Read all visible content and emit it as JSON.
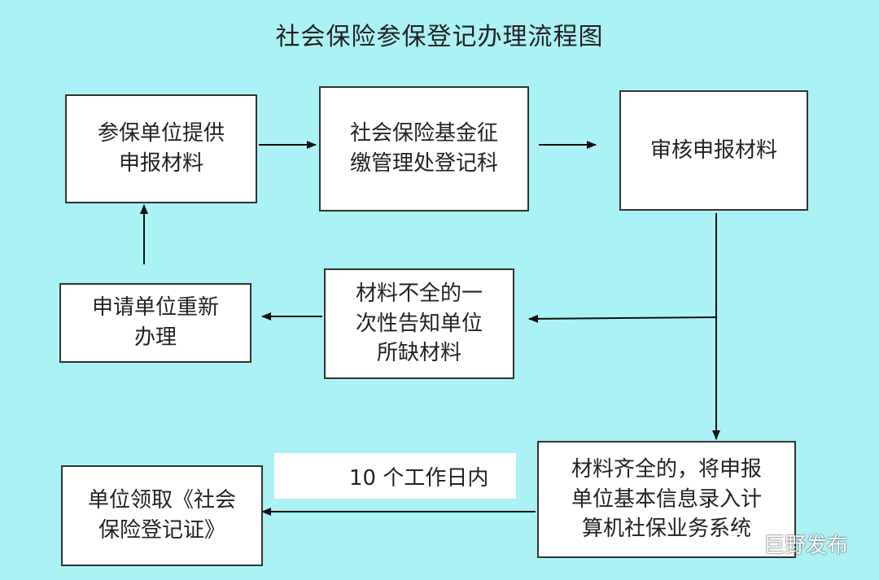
{
  "title": "社会保险参保登记办理流程图",
  "boxes": {
    "provide": [
      "参保单位提供",
      "申报材料"
    ],
    "registry": [
      "社会保险基金征",
      "缴管理处登记科"
    ],
    "review": [
      "审核申报材料"
    ],
    "reapply": [
      "申请单位重新",
      "办理"
    ],
    "incomplete": [
      "材料不全的一",
      "次性告知单位",
      "所缺材料"
    ],
    "complete": [
      "材料齐全的，将申报",
      "单位基本信息录入计",
      "算机社保业务系统"
    ],
    "certificate": [
      "单位领取《社会",
      "保险登记证》"
    ]
  },
  "note": "10 个工作日内",
  "watermark": "巨野发布"
}
